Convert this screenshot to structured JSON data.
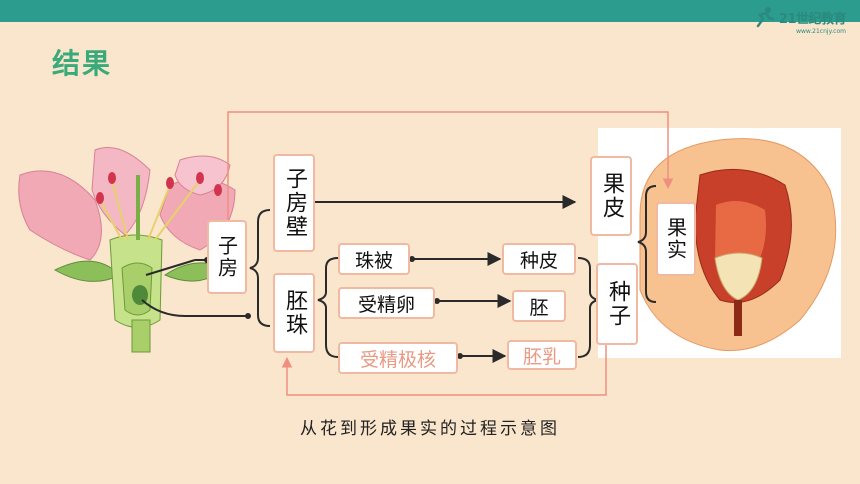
{
  "slide_title": "结果",
  "brand": {
    "logo_text": "21世纪教育",
    "logo_sub": "www.21cnjy.com"
  },
  "diagram": {
    "ovary": "子房",
    "ovary_wall": "子房壁",
    "ovule": "胚珠",
    "integument": "珠被",
    "fertilized_egg": "受精卵",
    "fertilized_polar_nuclei": "受精极核",
    "seed_coat": "种皮",
    "embryo": "胚",
    "endosperm": "胚乳",
    "pericarp": "果皮",
    "seed": "种子",
    "fruit": "果实"
  },
  "caption": "从花到形成果实的过程示意图",
  "colors": {
    "accent": "#2b9c8e",
    "title": "#3aaa7a",
    "box_border": "#f0b9a1",
    "link_line": "#f08f80"
  }
}
